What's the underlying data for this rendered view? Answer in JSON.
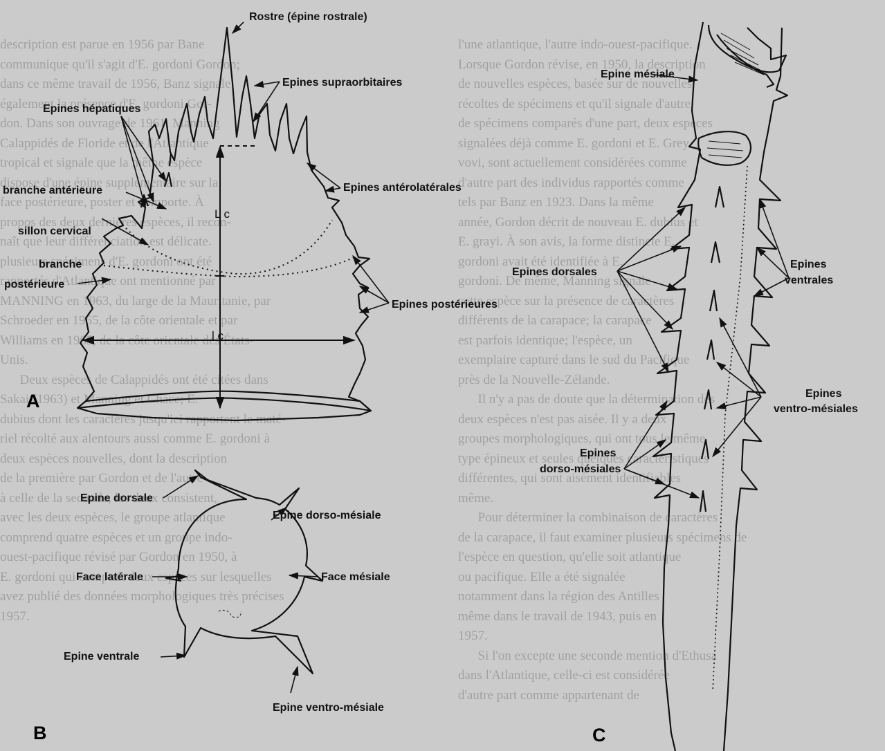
{
  "page": {
    "background_color": "#cbcbcb",
    "ink_color": "#111111",
    "faint_text_color": "#9a9a9a"
  },
  "background_text": {
    "left_column": [
      "description est parue en 1956 par Bane",
      "communique qu'il s'agit d'E. gordoni Gordon;",
      "dans ce même travail de 1956, Banz signale",
      "également la présence d'E. gordoni Gor-",
      "don. Dans son ouvrage de 1961, Manning",
      "Calappidés de Floride et de l'Atlantique",
      "tropical et signale que la même espèce",
      "dispose d'une épine supplémentaire sur la",
      "face postérieure, poster et comporte. À",
      "propos des deux dernières espèces, il recon-",
      "naît que leur différenciation est délicate.",
      "plusieurs spécimens d'E. gordoni ont été",
      "rapportés d'Atlantique ont mentionné par",
      "MANNING en 1963, du large de la Mauritanie, par",
      "Schroeder en 1965, de la côte orientale et par",
      "Williams en 1965, de la côte orientale des États-",
      "Unis.",
      "      Deux espèces de Calappidés ont été citées dans",
      "Sakai (1963) et Manning et Chace; E.",
      "dubius dont les caractères jusqu'ici rapportent le maté-",
      "riel récolté aux alentours aussi comme E. gordoni à",
      "deux espèces nouvelles, dont la description",
      "de la première par Gordon et de l'autre",
      "à celle de la seconde, les deux consistent,",
      "avec les deux espèces, le groupe atlantique",
      "comprend quatre espèces et un groupe indo-",
      "ouest-pacifique révisé par Gordon en 1950, à",
      "E. gordoni qui comptait deux espèces sur lesquelles",
      "avez publié des données morphologiques très précises",
      "1957."
    ],
    "right_column": [
      "l'une atlantique, l'autre indo-ouest-pacifique.",
      "Lorsque Gordon révise, en 1950, la description",
      "de nouvelles espèces, basée sur de nouvelles",
      "récoltes de spécimens et qu'il signale d'autre",
      "de spécimens comparés d'une part, deux espèces",
      "signalées déjà comme E. gordoni et E. Grey",
      "vovi, sont actuellement considérées comme",
      "d'autre part des individus rapportés comme",
      "tels par Banz en 1923. Dans la même",
      "année, Gordon décrit de nouveau E. dubius et",
      "E. grayi. À son avis, la forme distincte E.",
      "gordoni avait été identifiée à E.",
      "gordoni. De même, Manning signale",
      "cette espèce sur la présence de caractères",
      "différents de la carapace; la carapace",
      "est parfois identique; l'espèce, un",
      "exemplaire capturé dans le sud du Pacifique",
      "près de la Nouvelle-Zélande.",
      "      Il n'y a pas de doute que la détermination des",
      "deux espèces n'est pas aisée. Il y a deux",
      "groupes morphologiques, qui ont tous le même",
      "type épineux et seules quelques caractéristiques",
      "différentes, qui sont aisément identifiables",
      "même.",
      "      Pour déterminer la combinaison de caractères",
      "de la carapace, il faut examiner plusieurs spécimens de",
      "l'espèce en question, qu'elle soit atlantique",
      "ou pacifique. Elle a été signalée",
      "notamment dans la région des Antilles",
      "même dans le travail de 1943, puis en",
      "1957.",
      "      Si l'on excepte une seconde mention d'Ethusa",
      "dans l'Atlantique, celle-ci est considérée",
      "d'autre part comme appartenant de"
    ]
  },
  "figure": {
    "panel_a": {
      "letter": "A",
      "labels": {
        "rostre": "Rostre (épine rostrale)",
        "supraorbitaires": "Epines supraorbitaires",
        "hepatiques": "Epines hépatiques",
        "branche_anterieure": "branche antérieure",
        "anterolaterales": "Epines antérolatérales",
        "sillon_cervical": "sillon cervical",
        "branche_posterieure_1": "branche",
        "branche_posterieure_2": "postérieure",
        "posterieures": "Epines postérieures",
        "lc_upper": "L c",
        "lc_lower": "l c"
      }
    },
    "panel_b": {
      "letter": "B",
      "labels": {
        "dorsale": "Epine dorsale",
        "dorso_mesiale": "Epine dorso-mésiale",
        "face_laterale": "Face latérale",
        "face_mesiale": "Face mésiale",
        "ventrale": "Epine ventrale",
        "ventro_mesiale": "Epine ventro-mésiale"
      }
    },
    "panel_c": {
      "letter": "C",
      "labels": {
        "mesiale": "Epine mésiale",
        "dorsales": "Epines dorsales",
        "ventrales_1": "Epines",
        "ventrales_2": "ventrales",
        "ventro_mesiales_1": "Epines",
        "ventro_mesiales_2": "ventro-mésiales",
        "dorso_mesiales_1": "Epines",
        "dorso_mesiales_2": "dorso-mésiales"
      }
    }
  }
}
